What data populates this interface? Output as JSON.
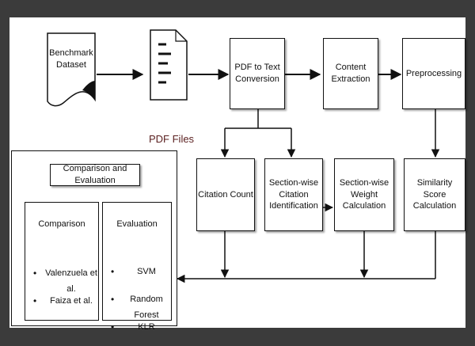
{
  "nodes": {
    "benchmark": "Benchmark\nDataset",
    "pdf_files_caption": "PDF Files",
    "pdf_to_text": "PDF to Text\nConversion",
    "content_extraction": "Content\nExtraction",
    "preprocessing": "Preprocessing",
    "citation_count": "Citation Count",
    "section_citation": "Section-wise\nCitation\nIdentification",
    "section_weight": "Section-wise\nWeight\nCalculation",
    "similarity": "Similarity Score\nCalculation"
  },
  "evaluation_panel": {
    "title": "Comparison and Evaluation",
    "comparison": {
      "title": "Comparison",
      "items": [
        "Valenzuela et al.",
        "Faiza et al."
      ]
    },
    "evaluation": {
      "title": "Evaluation",
      "items": [
        "SVM",
        "Random Forest",
        "KLR"
      ]
    }
  },
  "icons": {
    "document": "pdf-document-icon",
    "dataset": "wavy-document-icon"
  }
}
